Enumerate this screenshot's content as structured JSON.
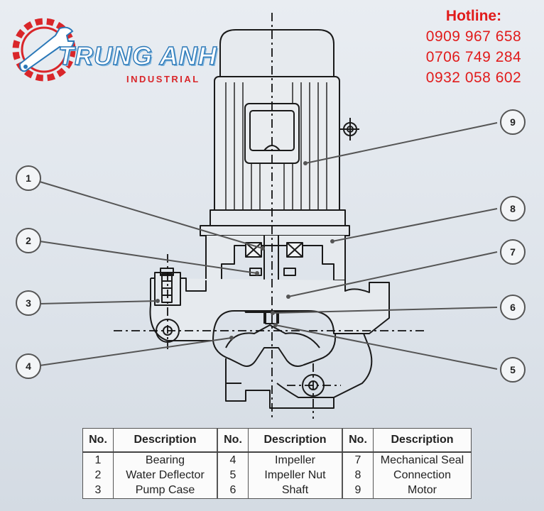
{
  "brand": {
    "name": "TRUNG ANH",
    "sub": "INDUSTRIAL",
    "colors": {
      "red": "#d9262a",
      "blue": "#2a78b8"
    }
  },
  "hotline": {
    "title": "Hotline:",
    "numbers": [
      "0909 967 658",
      "0706 749 284",
      "0932 058 602"
    ],
    "color": "#e11b1b"
  },
  "callouts": [
    "1",
    "2",
    "3",
    "4",
    "5",
    "6",
    "7",
    "8",
    "9"
  ],
  "legend": {
    "headers": {
      "no": "No.",
      "description": "Description"
    },
    "tables": [
      [
        {
          "no": "1",
          "desc": "Bearing"
        },
        {
          "no": "2",
          "desc": "Water Deflector"
        },
        {
          "no": "3",
          "desc": "Pump Case"
        }
      ],
      [
        {
          "no": "4",
          "desc": "Impeller"
        },
        {
          "no": "5",
          "desc": "Impeller Nut"
        },
        {
          "no": "6",
          "desc": "Shaft"
        }
      ],
      [
        {
          "no": "7",
          "desc": "Mechanical Seal"
        },
        {
          "no": "8",
          "desc": "Connection"
        },
        {
          "no": "9",
          "desc": "Motor"
        }
      ]
    ]
  }
}
